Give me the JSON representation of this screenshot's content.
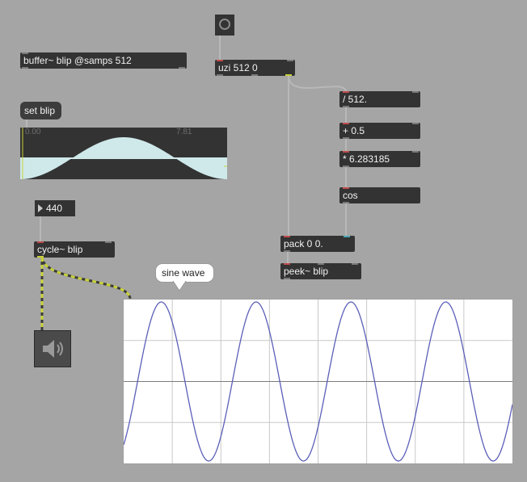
{
  "objects": {
    "buffer": "buffer~ blip @samps 512",
    "uzi": "uzi 512 0",
    "divide": "/ 512.",
    "add": "+ 0.5",
    "multiply": "* 6.283185",
    "cos": "cos",
    "pack": "pack 0 0.",
    "peek": "peek~ blip",
    "cycle": "cycle~ blip"
  },
  "messages": {
    "set_blip": "set blip"
  },
  "number_box": {
    "value": "440"
  },
  "waveform_display": {
    "start_label": "0.00",
    "end_label": "7.81",
    "fill_color": "#cfe9ea"
  },
  "comment": {
    "text": "sine wave"
  },
  "scope": {
    "trace_color": "#5b5fb8",
    "grid_color": "#c9c9c9",
    "cycles_visible": 4.1
  },
  "icons": {
    "bang": "bang-button-icon",
    "speaker": "speaker-icon"
  },
  "colors": {
    "object_bg": "#333333",
    "patch_bg": "#a5a5a5",
    "signal_cord": "#c9d23a"
  }
}
